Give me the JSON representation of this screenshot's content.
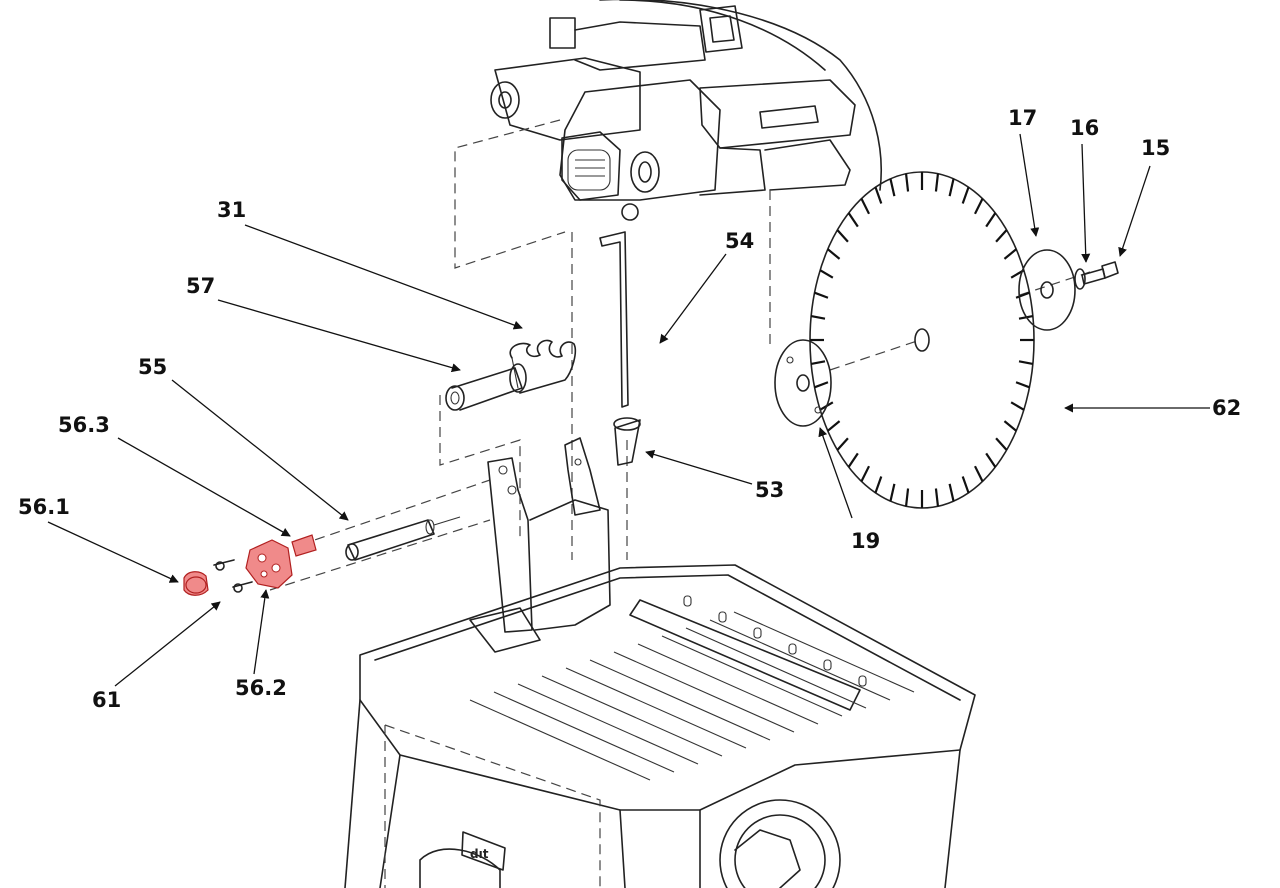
{
  "labels": {
    "p31": "31",
    "p57": "57",
    "p55": "55",
    "p56_3": "56.3",
    "p56_1": "56.1",
    "p61": "61",
    "p56_2": "56.2",
    "p54": "54",
    "p53": "53",
    "p19": "19",
    "p62": "62",
    "p17": "17",
    "p16": "16",
    "p15": "15"
  },
  "colors": {
    "highlight": "#f08a8a",
    "highlight_stroke": "#b12020",
    "line": "#222222"
  }
}
